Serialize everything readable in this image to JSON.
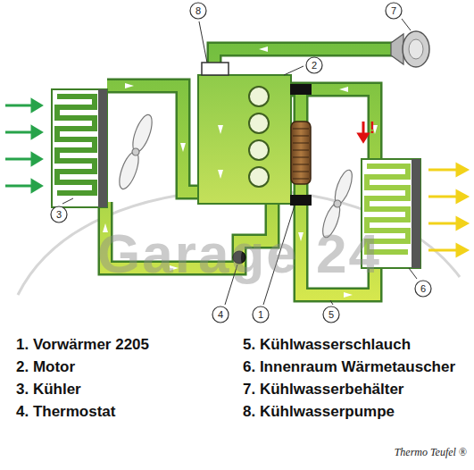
{
  "diagram": {
    "nodes": [
      {
        "text": [
          "8"
        ]
      },
      {
        "text": [
          "7"
        ]
      },
      {
        "text": [
          "2"
        ]
      },
      {
        "text": [
          "3"
        ]
      },
      {
        "text": [
          "6"
        ]
      },
      {
        "text": [
          "4"
        ]
      },
      {
        "text": [
          "1"
        ]
      },
      {
        "text": [
          "5"
        ]
      }
    ],
    "labels": [
      "!",
      "Garage 24",
      "1. Vorwärmer 2205",
      "5. Kühlwasserschlauch",
      "2. Motor",
      "6. Innenraum Wärmetauscher",
      "3. Kühler",
      "7. Kühlwasserbehälter",
      "4. Thermostat",
      "8. Kühlwasserpumpe",
      "Thermo Teufel ®"
    ]
  }
}
